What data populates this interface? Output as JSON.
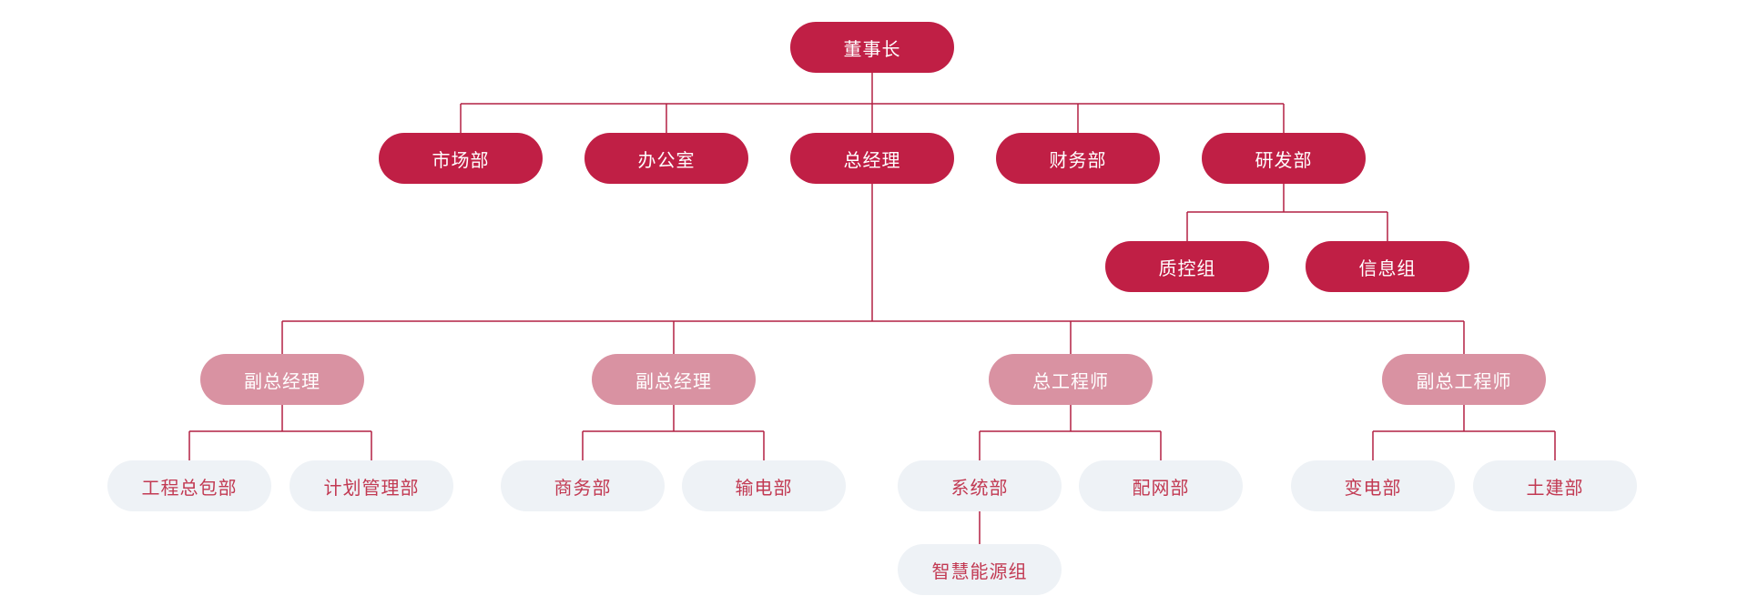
{
  "chart": {
    "type": "org-chart",
    "colors": {
      "canvas_bg": "#ffffff",
      "level_dark_bg": "#c01f45",
      "level_dark_text": "#ffffff",
      "level_mid_bg": "#d992a2",
      "level_mid_text": "#ffffff",
      "level_light_bg": "#eef2f6",
      "level_light_text": "#c23a53",
      "connector": "#b22143"
    },
    "nodes": [
      {
        "id": "chairman",
        "label": "董事长",
        "style": "dark",
        "parent": null
      },
      {
        "id": "marketing",
        "label": "市场部",
        "style": "dark",
        "parent": "chairman"
      },
      {
        "id": "office",
        "label": "办公室",
        "style": "dark",
        "parent": "chairman"
      },
      {
        "id": "gm",
        "label": "总经理",
        "style": "dark",
        "parent": "chairman"
      },
      {
        "id": "finance",
        "label": "财务部",
        "style": "dark",
        "parent": "chairman"
      },
      {
        "id": "rd",
        "label": "研发部",
        "style": "dark",
        "parent": "chairman"
      },
      {
        "id": "qc",
        "label": "质控组",
        "style": "dark",
        "parent": "rd"
      },
      {
        "id": "infogrp",
        "label": "信息组",
        "style": "dark",
        "parent": "rd"
      },
      {
        "id": "dgm1",
        "label": "副总经理",
        "style": "mid",
        "parent": "gm"
      },
      {
        "id": "dgm2",
        "label": "副总经理",
        "style": "mid",
        "parent": "gm"
      },
      {
        "id": "chiefeng",
        "label": "总工程师",
        "style": "mid",
        "parent": "gm"
      },
      {
        "id": "depchiefeng",
        "label": "副总工程师",
        "style": "mid",
        "parent": "gm"
      },
      {
        "id": "epc",
        "label": "工程总包部",
        "style": "light",
        "parent": "dgm1"
      },
      {
        "id": "planning",
        "label": "计划管理部",
        "style": "light",
        "parent": "dgm1"
      },
      {
        "id": "business",
        "label": "商务部",
        "style": "light",
        "parent": "dgm2"
      },
      {
        "id": "transmission",
        "label": "输电部",
        "style": "light",
        "parent": "dgm2"
      },
      {
        "id": "systems",
        "label": "系统部",
        "style": "light",
        "parent": "chiefeng"
      },
      {
        "id": "distribution",
        "label": "配网部",
        "style": "light",
        "parent": "chiefeng"
      },
      {
        "id": "substation",
        "label": "变电部",
        "style": "light",
        "parent": "depchiefeng"
      },
      {
        "id": "civil",
        "label": "土建部",
        "style": "light",
        "parent": "depchiefeng"
      },
      {
        "id": "smartenergy",
        "label": "智慧能源组",
        "style": "light",
        "parent": "systems"
      }
    ]
  }
}
